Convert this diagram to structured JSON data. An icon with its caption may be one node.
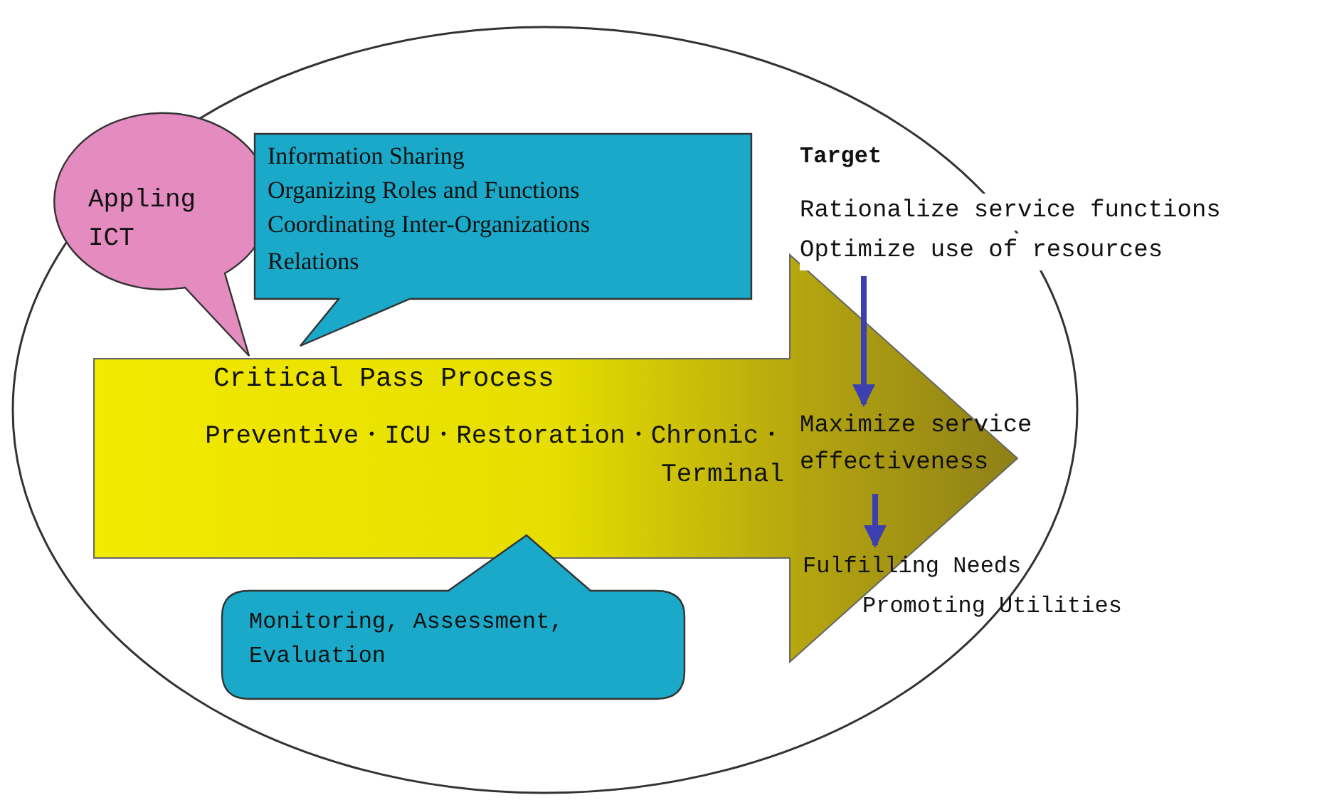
{
  "diagram": {
    "nodes": [
      {
        "text": [],
        "shape": "ellipse"
      },
      {
        "text": [
          "Appling ICT"
        ],
        "in": 0
      },
      {
        "text": [
          "Information Sharing",
          "Organizing Roles and Functions",
          "Coordinating Inter-Organizations Relations"
        ],
        "in": 0
      },
      {
        "text": [
          "Critical Pass Process",
          "Preventive・ICU・Restoration・Chronic・Terminal"
        ],
        "in": 0
      },
      {
        "text": [
          "Monitoring, Assessment, Evaluation"
        ],
        "in": 0
      },
      {
        "text": [
          "Target",
          "Rationalize service functions",
          "Optimize use of resources"
        ]
      },
      {
        "text": [
          "Maximize service effectiveness"
        ],
        "in": 3
      },
      {
        "text": [
          "Fulfilling Needs",
          "Promoting Utilities"
        ],
        "in": 3
      }
    ],
    "edges": [
      {
        "from": 5,
        "to": 6,
        "arrow": "to"
      },
      {
        "from": 6,
        "to": 7,
        "arrow": "to"
      }
    ]
  }
}
